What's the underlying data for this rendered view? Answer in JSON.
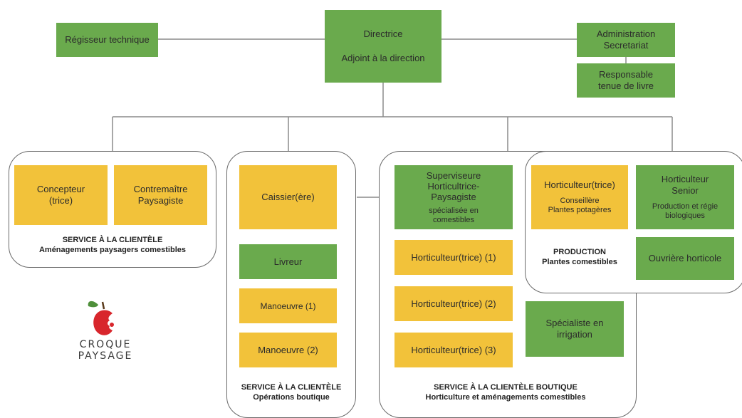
{
  "top": {
    "director": {
      "line1": "Directrice",
      "line2": "Adjoint à la direction"
    },
    "tech": "Régisseur technique",
    "admin": "Administration\nSecretariat",
    "books": "Responsable\ntenue de livre"
  },
  "landscape": {
    "designer": "Concepteur\n(trice)",
    "foreman": "Contremaître\nPaysagiste",
    "caption_title": "SERVICE À LA CLIENTÈLE",
    "caption_sub": "Aménagements paysagers comestibles"
  },
  "boutique_ops": {
    "cashier": "Caissier(ère)",
    "delivery": "Livreur",
    "labourer1": "Manoeuvre (1)",
    "labourer2": "Manoeuvre (2)",
    "caption_title": "SERVICE À LA CLIENTÈLE",
    "caption_sub": "Opérations boutique"
  },
  "boutique_horti": {
    "supervisor": "Superviseure\nHorticultrice-\nPaysagiste",
    "supervisor_note": "spécialisée en\ncomestibles",
    "horti1": "Horticulteur(trice) (1)",
    "horti2": "Horticulteur(trice) (2)",
    "horti3": "Horticulteur(trice) (3)",
    "irrigation": "Spécialiste en\nirrigation",
    "caption_title": "SERVICE À LA CLIENTÈLE BOUTIQUE",
    "caption_sub": "Horticulture et aménagements comestibles"
  },
  "production": {
    "horti": "Horticulteur(trice)",
    "horti_note": "Conseillère\nPlantes potagères",
    "senior": "Horticulteur\nSenior",
    "senior_note": "Production et régie\nbiologiques",
    "worker": "Ouvrière horticole",
    "caption_title": "PRODUCTION",
    "caption_sub": "Plantes comestibles"
  },
  "logo": {
    "line1": "CROQUE",
    "line2": "PAYSAGE"
  },
  "colors": {
    "green": "#6aaa4d",
    "yellow": "#f2c23a",
    "line": "#8a8a8a",
    "apple": "#d8262c",
    "leaf": "#4e8f3a"
  }
}
